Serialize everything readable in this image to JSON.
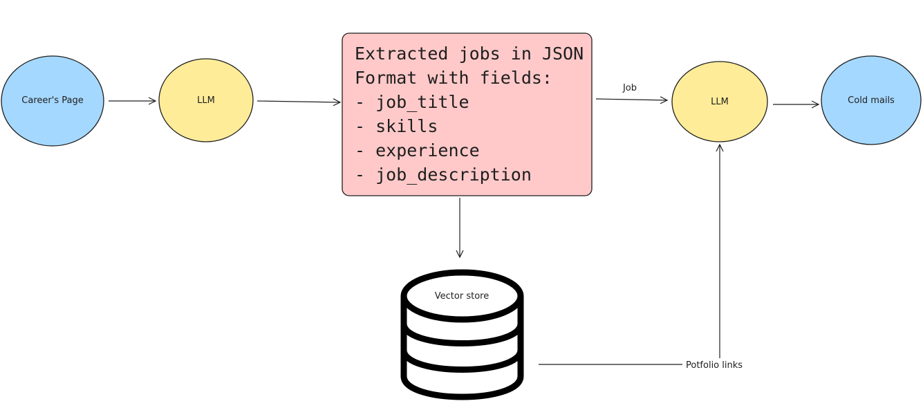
{
  "nodes": {
    "careers_page": {
      "label": "Career's Page",
      "color": "#a5d8ff"
    },
    "llm_extract": {
      "label": "LLM",
      "color": "#ffec99"
    },
    "jobs_box": {
      "color": "#ffc9c9",
      "lines": [
        "Extracted jobs in JSON",
        "Format with fields:",
        "- job_title",
        "- skills",
        "- experience",
        "- job_description"
      ]
    },
    "llm_generate": {
      "label": "LLM",
      "color": "#ffec99"
    },
    "cold_mails": {
      "label": "Cold mails",
      "color": "#a5d8ff"
    },
    "vector_store": {
      "label": "Vector store"
    }
  },
  "edges": {
    "job_label": "Job",
    "portfolio_label": "Potfolio links"
  }
}
